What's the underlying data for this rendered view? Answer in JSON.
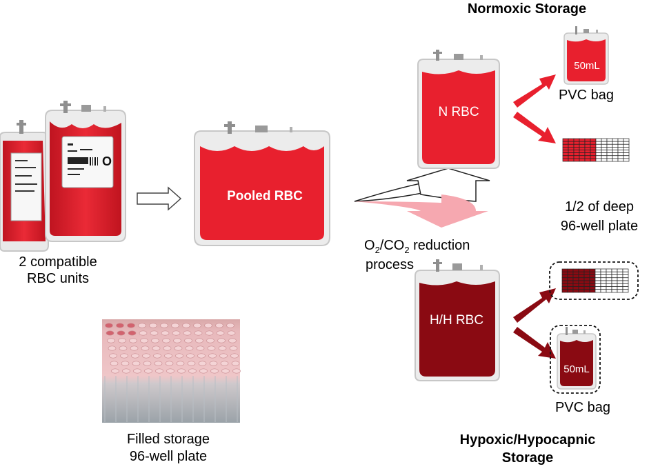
{
  "colors": {
    "normoxic_red": "#e8202e",
    "hypoxic_red": "#8a0a12",
    "bag_outline": "#c8c8c8",
    "arrow_pink": "#f6a8b0"
  },
  "labels": {
    "normoxic_title": "Normoxic Storage",
    "hypoxic_title_line1": "Hypoxic/Hypocapnic",
    "hypoxic_title_line2": "Storage",
    "units_line1": "2 compatible",
    "units_line2": "RBC units",
    "pooled": "Pooled RBC",
    "n_rbc": "N RBC",
    "hh_rbc": "H/H RBC",
    "process_o2": "O",
    "process_sub2a": "2",
    "process_slash": "/CO",
    "process_sub2b": "2",
    "process_rest": " reduction",
    "process_line2": "process",
    "pvc_bag_top": "PVC bag",
    "pvc_bag_bottom": "PVC bag",
    "bag_volume_top": "50mL",
    "bag_volume_bottom": "50mL",
    "plate_line1": "1/2 of deep",
    "plate_line2": "96-well plate",
    "photo_line1": "Filled storage",
    "photo_line2": "96-well plate"
  },
  "icons": {
    "process_arrow": "curved-double-arrow-icon",
    "flow_arrow": "hollow-right-arrow-icon",
    "split_arrows": "red-split-arrow-icon",
    "unit_label": "blood-type-o-label-icon"
  }
}
